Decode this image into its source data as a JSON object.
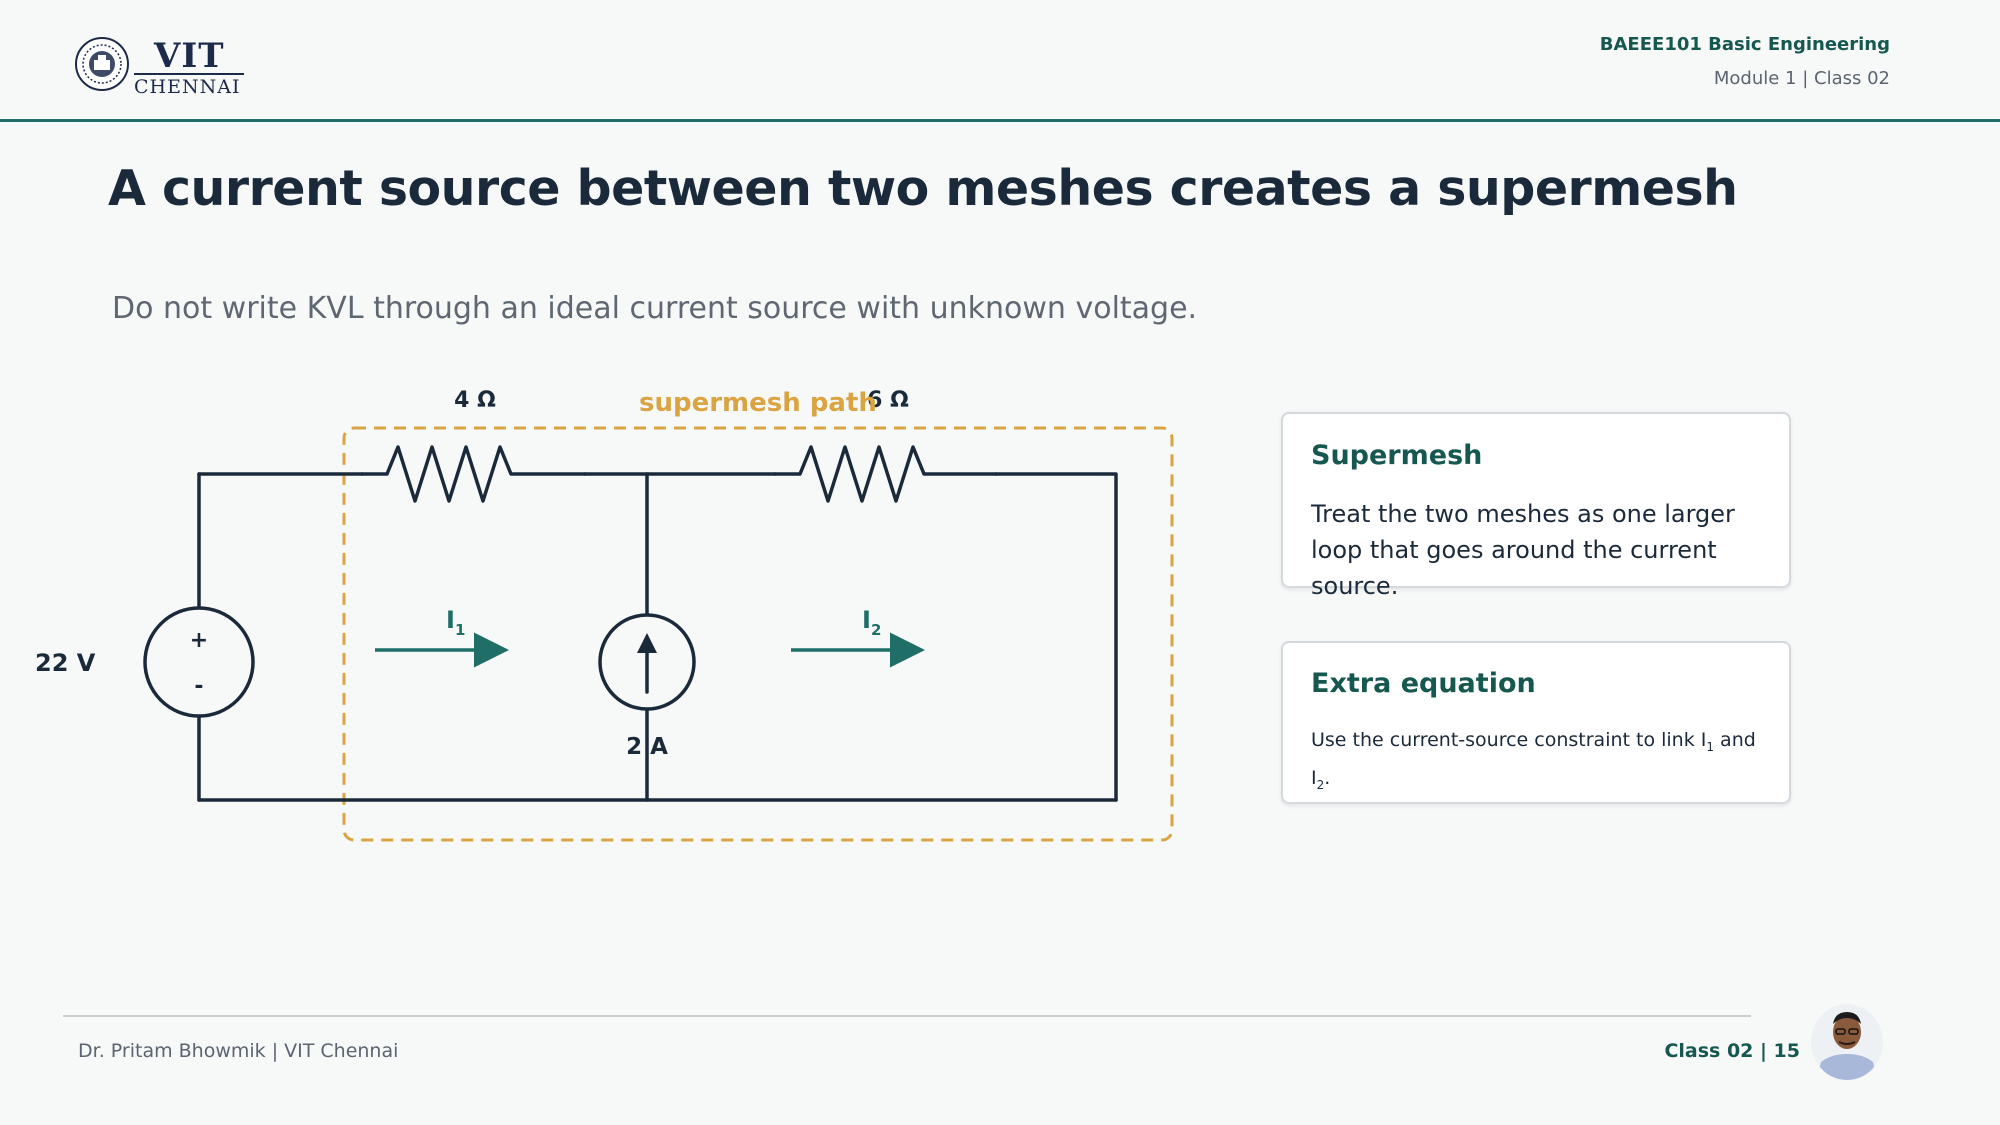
{
  "header": {
    "logo": {
      "brand": "VIT",
      "city": "CHENNAI"
    },
    "course_title": "BAEEE101 Basic Engineering",
    "module_class": "Module 1 | Class 02"
  },
  "slide": {
    "title": "A current source between two meshes creates a supermesh",
    "subtitle": "Do not write KVL through an ideal current source with unknown voltage."
  },
  "diagram": {
    "voltage_source_label": "22 V",
    "plus_sign": "+",
    "minus_sign": "-",
    "resistor1_label": "4 Ω",
    "resistor2_label": "6 Ω",
    "supermesh_label": "supermesh path",
    "current_source_label": "2 A",
    "mesh1_current": {
      "base": "I",
      "sub": "1"
    },
    "mesh2_current": {
      "base": "I",
      "sub": "2"
    },
    "colors": {
      "wire": "#1b2a3a",
      "supermesh": "#d9a441",
      "current_arrow": "#1f6e68"
    }
  },
  "cards": {
    "supermesh": {
      "title": "Supermesh",
      "body": "Treat the two meshes as one larger loop that goes around the current source."
    },
    "extra_equation": {
      "title": "Extra equation",
      "body_prefix": "Use the current-source constraint to link I",
      "sub1": "1",
      "body_mid": " and I",
      "sub2": "2",
      "body_suffix": "."
    }
  },
  "footer": {
    "author": "Dr. Pritam Bhowmik | VIT Chennai",
    "page": "Class 02 | 15"
  }
}
